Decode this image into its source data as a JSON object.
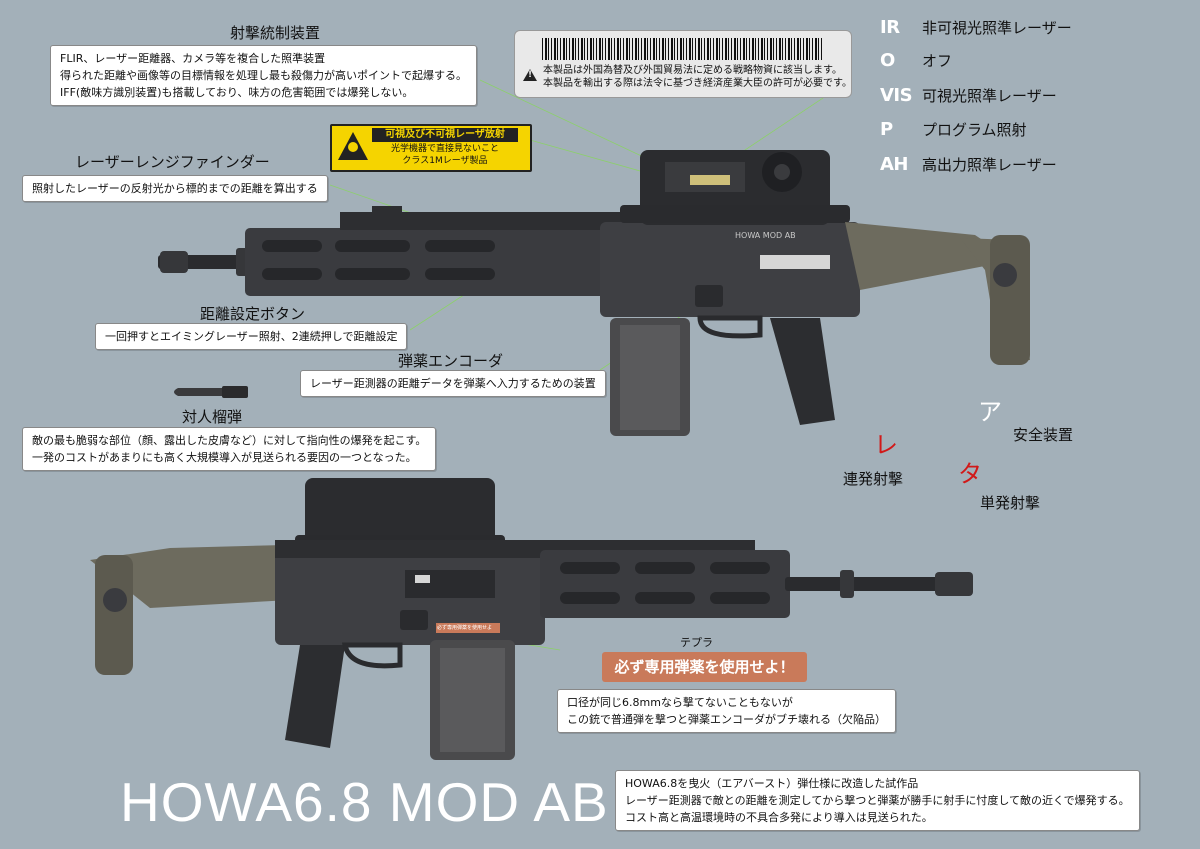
{
  "title": "HOWA6.8 MOD AB",
  "fcs": {
    "heading": "射撃統制装置",
    "lines": [
      "FLIR、レーザー距離器、カメラ等を複合した照準装置",
      "得られた距離や画像等の目標情報を処理し最も殺傷力が高いポイントで起爆する。",
      "IFF(敵味方識別装置)も搭載しており、味方の危害範囲では爆発しない。"
    ]
  },
  "export_notice": {
    "lines": [
      "本製品は外国為替及び外国貿易法に定める戦略物資に該当します。",
      "本製品を輸出する際は法令に基づき経済産業大臣の許可が必要です。"
    ]
  },
  "laser_label": {
    "header": "可視及び不可視レーザ放射",
    "line1": "光学機器で直接見ないこと",
    "line2": "クラス1Mレーザ製品"
  },
  "modes": [
    {
      "code": "IR",
      "label": "非可視光照準レーザー"
    },
    {
      "code": "O",
      "label": "オフ"
    },
    {
      "code": "VIS",
      "label": "可視光照準レーザー"
    },
    {
      "code": "P",
      "label": "プログラム照射"
    },
    {
      "code": "AH",
      "label": "高出力照準レーザー"
    }
  ],
  "rangefinder": {
    "heading": "レーザーレンジファインダー",
    "text": "照射したレーザーの反射光から標的までの距離を算出する"
  },
  "range_button": {
    "heading": "距離設定ボタン",
    "text": "一回押すとエイミングレーザー照射、2連続押しで距離設定"
  },
  "encoder": {
    "heading": "弾薬エンコーダ",
    "text": "レーザー距測器の距離データを弾薬へ入力するための装置"
  },
  "grenade": {
    "heading": "対人榴弾",
    "lines": [
      "敵の最も脆弱な部位（顔、露出した皮膚など）に対して指向性の爆発を起こす。",
      "一発のコストがあまりにも高く大規模導入が見送られる要因の一つとなった。"
    ]
  },
  "selector": {
    "safe_kana": "ア",
    "safe_label": "安全装置",
    "auto_kana": "レ",
    "auto_label": "連発射撃",
    "semi_kana": "タ",
    "semi_label": "単発射撃"
  },
  "tepra": {
    "heading": "テプラ",
    "label": "必ず専用弾薬を使用せよ！",
    "mag_sticker": "必ず専用弾薬を使用せよ",
    "lines": [
      "口径が同じ6.8mmなら撃てないこともないが",
      "この銃で普通弾を撃つと弾薬エンコーダがブチ壊れる（欠陥品）"
    ]
  },
  "description": {
    "lines": [
      "HOWA6.8を曳火（エアバースト）弾仕様に改造した試作品",
      "レーザー距測器で敵との距離を測定してから撃つと弾薬が勝手に射手に忖度して敵の近くで爆発する。",
      "コスト高と高温環境時の不具合多発により導入は見送られた。"
    ]
  },
  "rifle_marking": "HOWA MOD AB",
  "colors": {
    "background": "#a3b0b9",
    "gun_metal": "#3a3b3f",
    "stock_olive": "#6d6b5e",
    "tepra_orange": "#c97a5a",
    "laser_yellow": "#f5d400",
    "kana_red": "#d11919"
  }
}
